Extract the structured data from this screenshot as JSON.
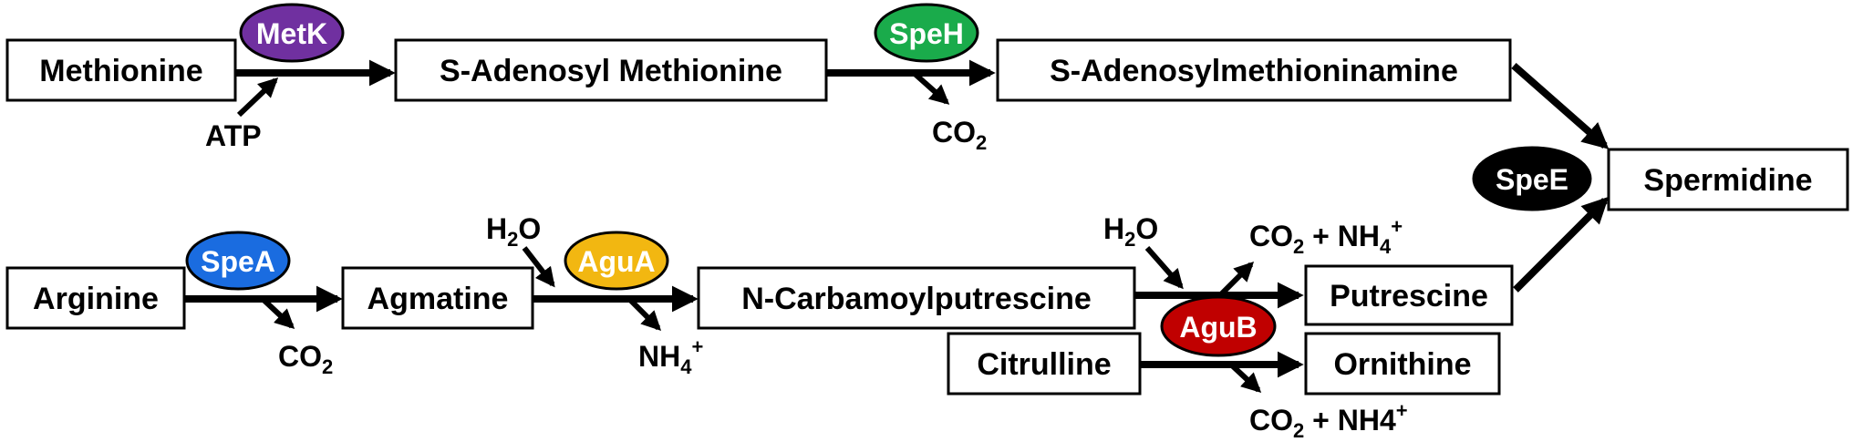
{
  "boxes": {
    "methionine": "Methionine",
    "sam": "S-Adenosyl Methionine",
    "samine": "S-Adenosylmethioninamine",
    "spermidine": "Spermidine",
    "arginine": "Arginine",
    "agmatine": "Agmatine",
    "ncp": "N-Carbamoylputrescine",
    "putrescine": "Putrescine",
    "citrulline": "Citrulline",
    "ornithine": "Ornithine"
  },
  "enzymes": {
    "metk": {
      "label": "MetK",
      "color": "#7030A0"
    },
    "speh": {
      "label": "SpeH",
      "color": "#1AAB4B"
    },
    "spee": {
      "label": "SpeE",
      "color": "#000000"
    },
    "spea": {
      "label": "SpeA",
      "color": "#1A6CE0"
    },
    "agua": {
      "label": "AguA",
      "color": "#F2B711"
    },
    "agub": {
      "label": "AguB",
      "color": "#C00000"
    }
  },
  "species": {
    "atp": "ATP",
    "co2": "CO",
    "two": "2",
    "h2o_h": "H",
    "h2o_o": "O",
    "nh": "NH",
    "four": "4",
    "plus_sign": "+",
    "plus_join": " + ",
    "nh4_text": "NH4"
  }
}
